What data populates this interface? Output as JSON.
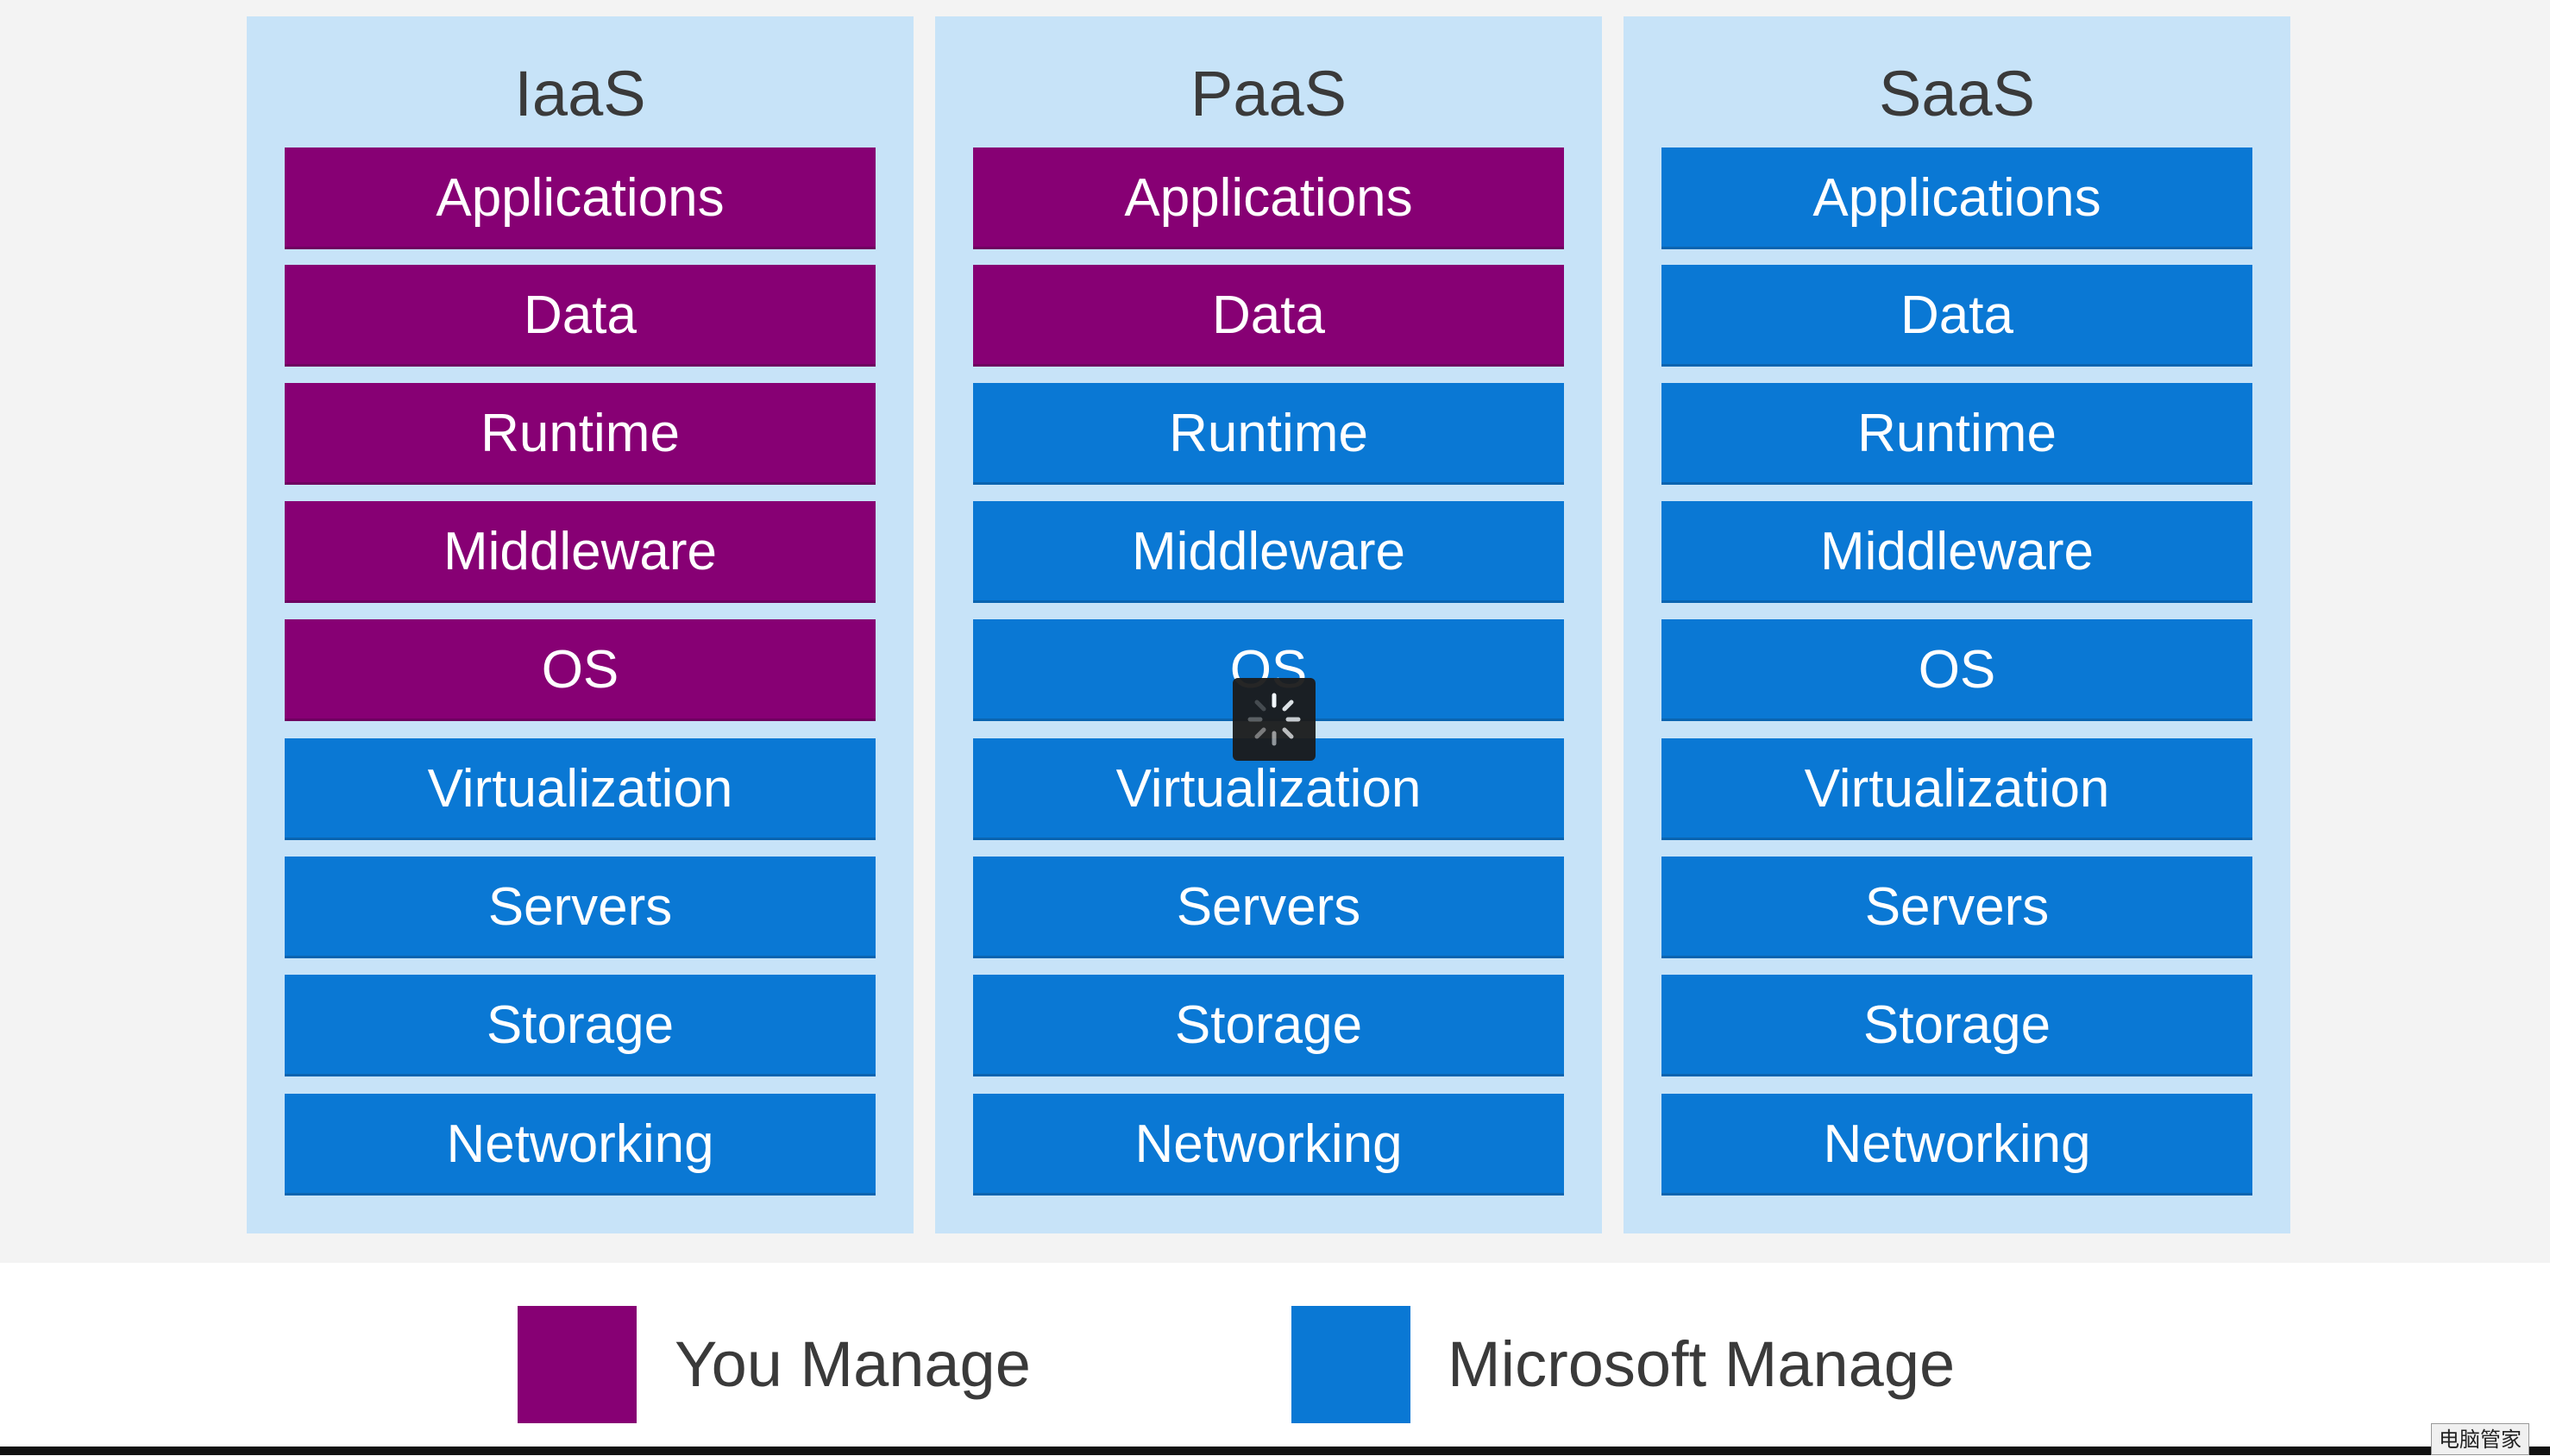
{
  "columns": [
    {
      "title": "IaaS",
      "layers": [
        {
          "label": "Applications",
          "managed_by": "you"
        },
        {
          "label": "Data",
          "managed_by": "you"
        },
        {
          "label": "Runtime",
          "managed_by": "you"
        },
        {
          "label": "Middleware",
          "managed_by": "you"
        },
        {
          "label": "OS",
          "managed_by": "you"
        },
        {
          "label": "Virtualization",
          "managed_by": "microsoft"
        },
        {
          "label": "Servers",
          "managed_by": "microsoft"
        },
        {
          "label": "Storage",
          "managed_by": "microsoft"
        },
        {
          "label": "Networking",
          "managed_by": "microsoft"
        }
      ]
    },
    {
      "title": "PaaS",
      "layers": [
        {
          "label": "Applications",
          "managed_by": "you"
        },
        {
          "label": "Data",
          "managed_by": "you"
        },
        {
          "label": "Runtime",
          "managed_by": "microsoft"
        },
        {
          "label": "Middleware",
          "managed_by": "microsoft"
        },
        {
          "label": "OS",
          "managed_by": "microsoft"
        },
        {
          "label": "Virtualization",
          "managed_by": "microsoft"
        },
        {
          "label": "Servers",
          "managed_by": "microsoft"
        },
        {
          "label": "Storage",
          "managed_by": "microsoft"
        },
        {
          "label": "Networking",
          "managed_by": "microsoft"
        }
      ]
    },
    {
      "title": "SaaS",
      "layers": [
        {
          "label": "Applications",
          "managed_by": "microsoft"
        },
        {
          "label": "Data",
          "managed_by": "microsoft"
        },
        {
          "label": "Runtime",
          "managed_by": "microsoft"
        },
        {
          "label": "Middleware",
          "managed_by": "microsoft"
        },
        {
          "label": "OS",
          "managed_by": "microsoft"
        },
        {
          "label": "Virtualization",
          "managed_by": "microsoft"
        },
        {
          "label": "Servers",
          "managed_by": "microsoft"
        },
        {
          "label": "Storage",
          "managed_by": "microsoft"
        },
        {
          "label": "Networking",
          "managed_by": "microsoft"
        }
      ]
    }
  ],
  "legend": {
    "you_label": "You Manage",
    "microsoft_label": "Microsoft Manage"
  },
  "colors": {
    "you_manage": "#870074",
    "microsoft_manage": "#0a78d4",
    "column_background": "#c7e3f8"
  },
  "overlay": {
    "icon": "loading-spinner-icon"
  },
  "taskbar": {
    "tray_label": "电脑管家"
  }
}
